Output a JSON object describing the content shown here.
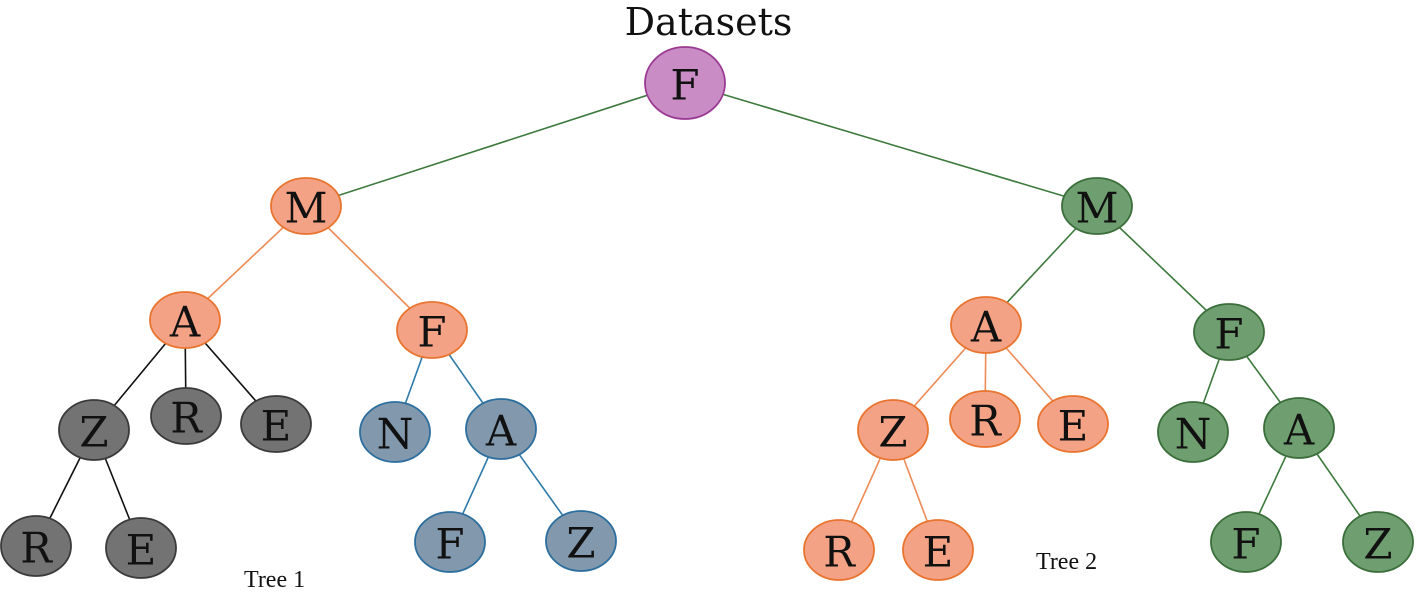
{
  "title": "Datasets",
  "colors": {
    "root_fill": "#c98cc4",
    "root_stroke": "#9a3a93",
    "orange_fill": "#f4a285",
    "orange_stroke": "#e8742f",
    "green_fill": "#6f9f70",
    "green_stroke": "#3a6e3a",
    "gray_fill": "#737373",
    "gray_stroke": "#3a3a3a",
    "blue_fill": "#8298ad",
    "blue_stroke": "#2c6e9e",
    "edge_green": "#3d7a3d",
    "edge_orange": "#ee8a55",
    "edge_black": "#111111",
    "edge_blue": "#2f7aa8"
  },
  "nodes": [
    {
      "id": "root",
      "label": "F",
      "color": "root"
    },
    {
      "id": "t1_m",
      "label": "M",
      "color": "orange"
    },
    {
      "id": "t1_a",
      "label": "A",
      "color": "orange"
    },
    {
      "id": "t1_f",
      "label": "F",
      "color": "orange"
    },
    {
      "id": "t1_z",
      "label": "Z",
      "color": "gray"
    },
    {
      "id": "t1_r",
      "label": "R",
      "color": "gray"
    },
    {
      "id": "t1_e",
      "label": "E",
      "color": "gray"
    },
    {
      "id": "t1_zr",
      "label": "R",
      "color": "gray"
    },
    {
      "id": "t1_ze",
      "label": "E",
      "color": "gray"
    },
    {
      "id": "t1_n",
      "label": "N",
      "color": "blue"
    },
    {
      "id": "t1_a2",
      "label": "A",
      "color": "blue"
    },
    {
      "id": "t1_af",
      "label": "F",
      "color": "blue"
    },
    {
      "id": "t1_az",
      "label": "Z",
      "color": "blue"
    },
    {
      "id": "t2_m",
      "label": "M",
      "color": "green"
    },
    {
      "id": "t2_a",
      "label": "A",
      "color": "orange"
    },
    {
      "id": "t2_f",
      "label": "F",
      "color": "green"
    },
    {
      "id": "t2_z",
      "label": "Z",
      "color": "orange"
    },
    {
      "id": "t2_r",
      "label": "R",
      "color": "orange"
    },
    {
      "id": "t2_e",
      "label": "E",
      "color": "orange"
    },
    {
      "id": "t2_zr",
      "label": "R",
      "color": "orange"
    },
    {
      "id": "t2_ze",
      "label": "E",
      "color": "orange"
    },
    {
      "id": "t2_n",
      "label": "N",
      "color": "green"
    },
    {
      "id": "t2_a2",
      "label": "A",
      "color": "green"
    },
    {
      "id": "t2_af",
      "label": "F",
      "color": "green"
    },
    {
      "id": "t2_az",
      "label": "Z",
      "color": "green"
    }
  ],
  "edges": [
    {
      "from": "root",
      "to": "t1_m",
      "color": "green"
    },
    {
      "from": "root",
      "to": "t2_m",
      "color": "green"
    },
    {
      "from": "t1_m",
      "to": "t1_a",
      "color": "orange"
    },
    {
      "from": "t1_m",
      "to": "t1_f",
      "color": "orange"
    },
    {
      "from": "t1_a",
      "to": "t1_z",
      "color": "black"
    },
    {
      "from": "t1_a",
      "to": "t1_r",
      "color": "black"
    },
    {
      "from": "t1_a",
      "to": "t1_e",
      "color": "black"
    },
    {
      "from": "t1_z",
      "to": "t1_zr",
      "color": "black"
    },
    {
      "from": "t1_z",
      "to": "t1_ze",
      "color": "black"
    },
    {
      "from": "t1_f",
      "to": "t1_n",
      "color": "blue"
    },
    {
      "from": "t1_f",
      "to": "t1_a2",
      "color": "blue"
    },
    {
      "from": "t1_a2",
      "to": "t1_af",
      "color": "blue"
    },
    {
      "from": "t1_a2",
      "to": "t1_az",
      "color": "blue"
    },
    {
      "from": "t2_m",
      "to": "t2_a",
      "color": "green"
    },
    {
      "from": "t2_m",
      "to": "t2_f",
      "color": "green"
    },
    {
      "from": "t2_a",
      "to": "t2_z",
      "color": "orange"
    },
    {
      "from": "t2_a",
      "to": "t2_r",
      "color": "orange"
    },
    {
      "from": "t2_a",
      "to": "t2_e",
      "color": "orange"
    },
    {
      "from": "t2_z",
      "to": "t2_zr",
      "color": "orange"
    },
    {
      "from": "t2_z",
      "to": "t2_ze",
      "color": "orange"
    },
    {
      "from": "t2_f",
      "to": "t2_n",
      "color": "green"
    },
    {
      "from": "t2_f",
      "to": "t2_a2",
      "color": "green"
    },
    {
      "from": "t2_a2",
      "to": "t2_af",
      "color": "green"
    },
    {
      "from": "t2_a2",
      "to": "t2_az",
      "color": "green"
    }
  ],
  "tree_labels": {
    "tree1": "Tree 1",
    "tree2": "Tree 2"
  }
}
